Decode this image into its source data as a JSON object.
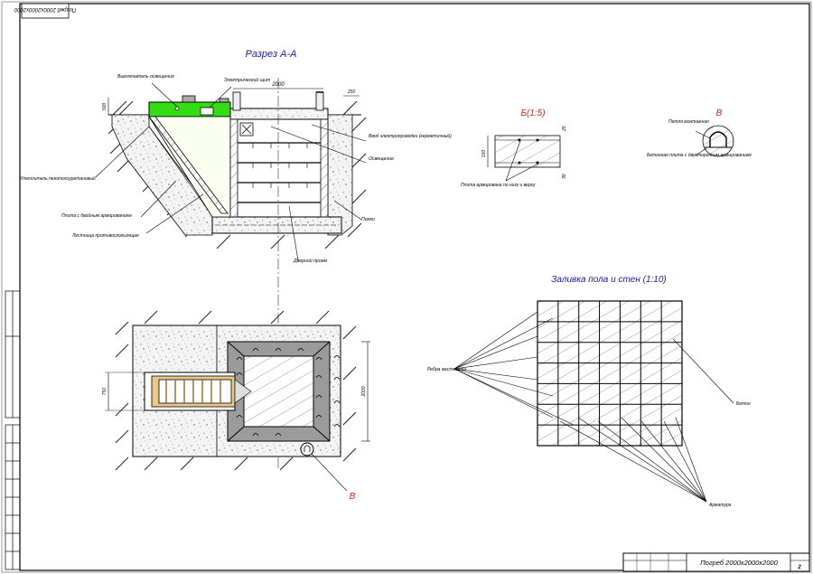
{
  "stamp": {
    "rotated_code": "Погреб 2000х2000х2000"
  },
  "section_aa": {
    "title": "Разрез А-А",
    "dim_width": "2000",
    "dim_left_top": "500",
    "dim_right_top": "250",
    "labels": {
      "switch": "Выключатель освещения",
      "panel": "Электрический щит",
      "cable_entry": "Ввод электропроводки (герметичный)",
      "lighting": "Освещение",
      "insulation": "Утеплитель пенополиуретановый",
      "slab": "Плита с двойным армированием",
      "ladder": "Лестница противоскользящая",
      "shelves": "Полки",
      "door": "Дверной проем"
    }
  },
  "detail_b": {
    "title": "Б(1:5)",
    "dim_height": "150",
    "dim_top": "25",
    "dim_bottom": "30",
    "label": "Плита армирована по низу и верху"
  },
  "detail_v": {
    "title": "В",
    "label_loop": "Петля монтажная",
    "label_slab": "Бетонная плита с двусторонним армированием"
  },
  "plan": {
    "dim_side": "2000",
    "dim_ladder": "750",
    "marker": "В"
  },
  "pour": {
    "title": "Заливка пола и стен (1:10)",
    "label_ribs": "Ребра жесткости",
    "label_concrete": "Бетон",
    "label_rebar": "Арматура"
  },
  "title_block": {
    "name": "Погреб 2000х2000х2000",
    "sheet": "2"
  }
}
